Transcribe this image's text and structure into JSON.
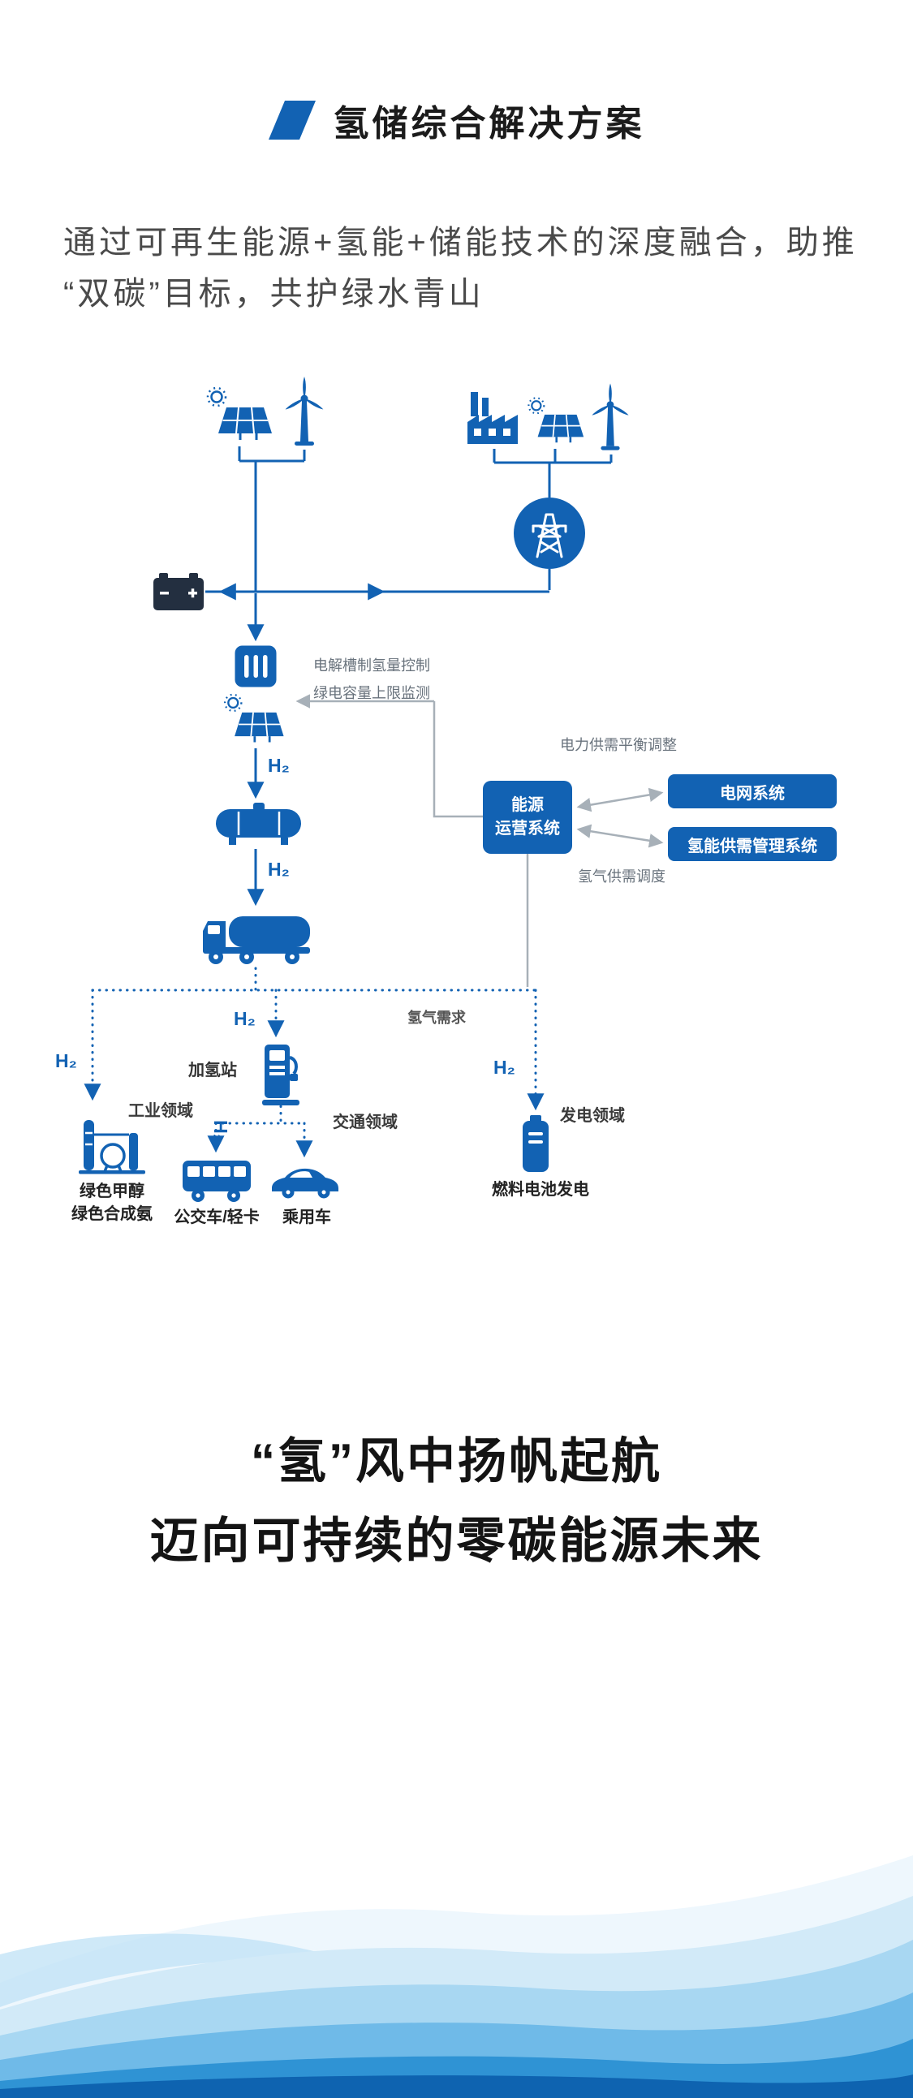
{
  "header": {
    "title": "氢储综合解决方案"
  },
  "intro": {
    "line1": "通过可再生能源+氢能+储能技术的深度融合，助推",
    "line2": "“双碳”目标，共护绿水青山"
  },
  "diagram": {
    "labels": {
      "electrolyzer_control": "电解槽制氢量控制",
      "green_power_monitor": "绿电容量上限监测",
      "power_balance": "电力供需平衡调整",
      "h2_dispatch": "氢气供需调度",
      "h2_demand": "氢气需求",
      "station": "加氢站",
      "industry": "工业领域",
      "transport": "交通领域",
      "power_gen": "发电领域",
      "methanol": "绿色甲醇",
      "ammonia": "绿色合成氨",
      "bus": "公交车/轻卡",
      "car": "乘用车",
      "fuel_cell": "燃料电池发电",
      "h2": "H₂"
    },
    "boxes": {
      "ops_line1": "能源",
      "ops_line2": "运营系统",
      "grid": "电网系统",
      "h2_mgmt": "氢能供需管理系统"
    },
    "icons": [
      "title-flag-icon",
      "solar-panel-icon",
      "wind-turbine-icon",
      "factory-icon",
      "power-grid-tower-icon",
      "battery-storage-icon",
      "electrolyzer-icon",
      "pv-panel-icon",
      "hydrogen-tank-icon",
      "tanker-truck-icon",
      "hydrogen-dispenser-icon",
      "chemical-plant-icon",
      "bus-icon",
      "car-icon",
      "fuel-cell-icon"
    ]
  },
  "slogan": {
    "line1": "“氢”风中扬帆起航",
    "line2": "迈向可持续的零碳能源未来"
  },
  "colors": {
    "primary": "#1262b3",
    "battery": "#232f40",
    "gray_line": "#a7b0b8",
    "text_dark": "#1a1a1a",
    "text_gray": "#4a4a4a",
    "wave_palette": [
      "#eef7fd",
      "#d2eaf8",
      "#a8d7f2",
      "#6fbae8",
      "#2f93d4",
      "#0e63b0"
    ]
  }
}
